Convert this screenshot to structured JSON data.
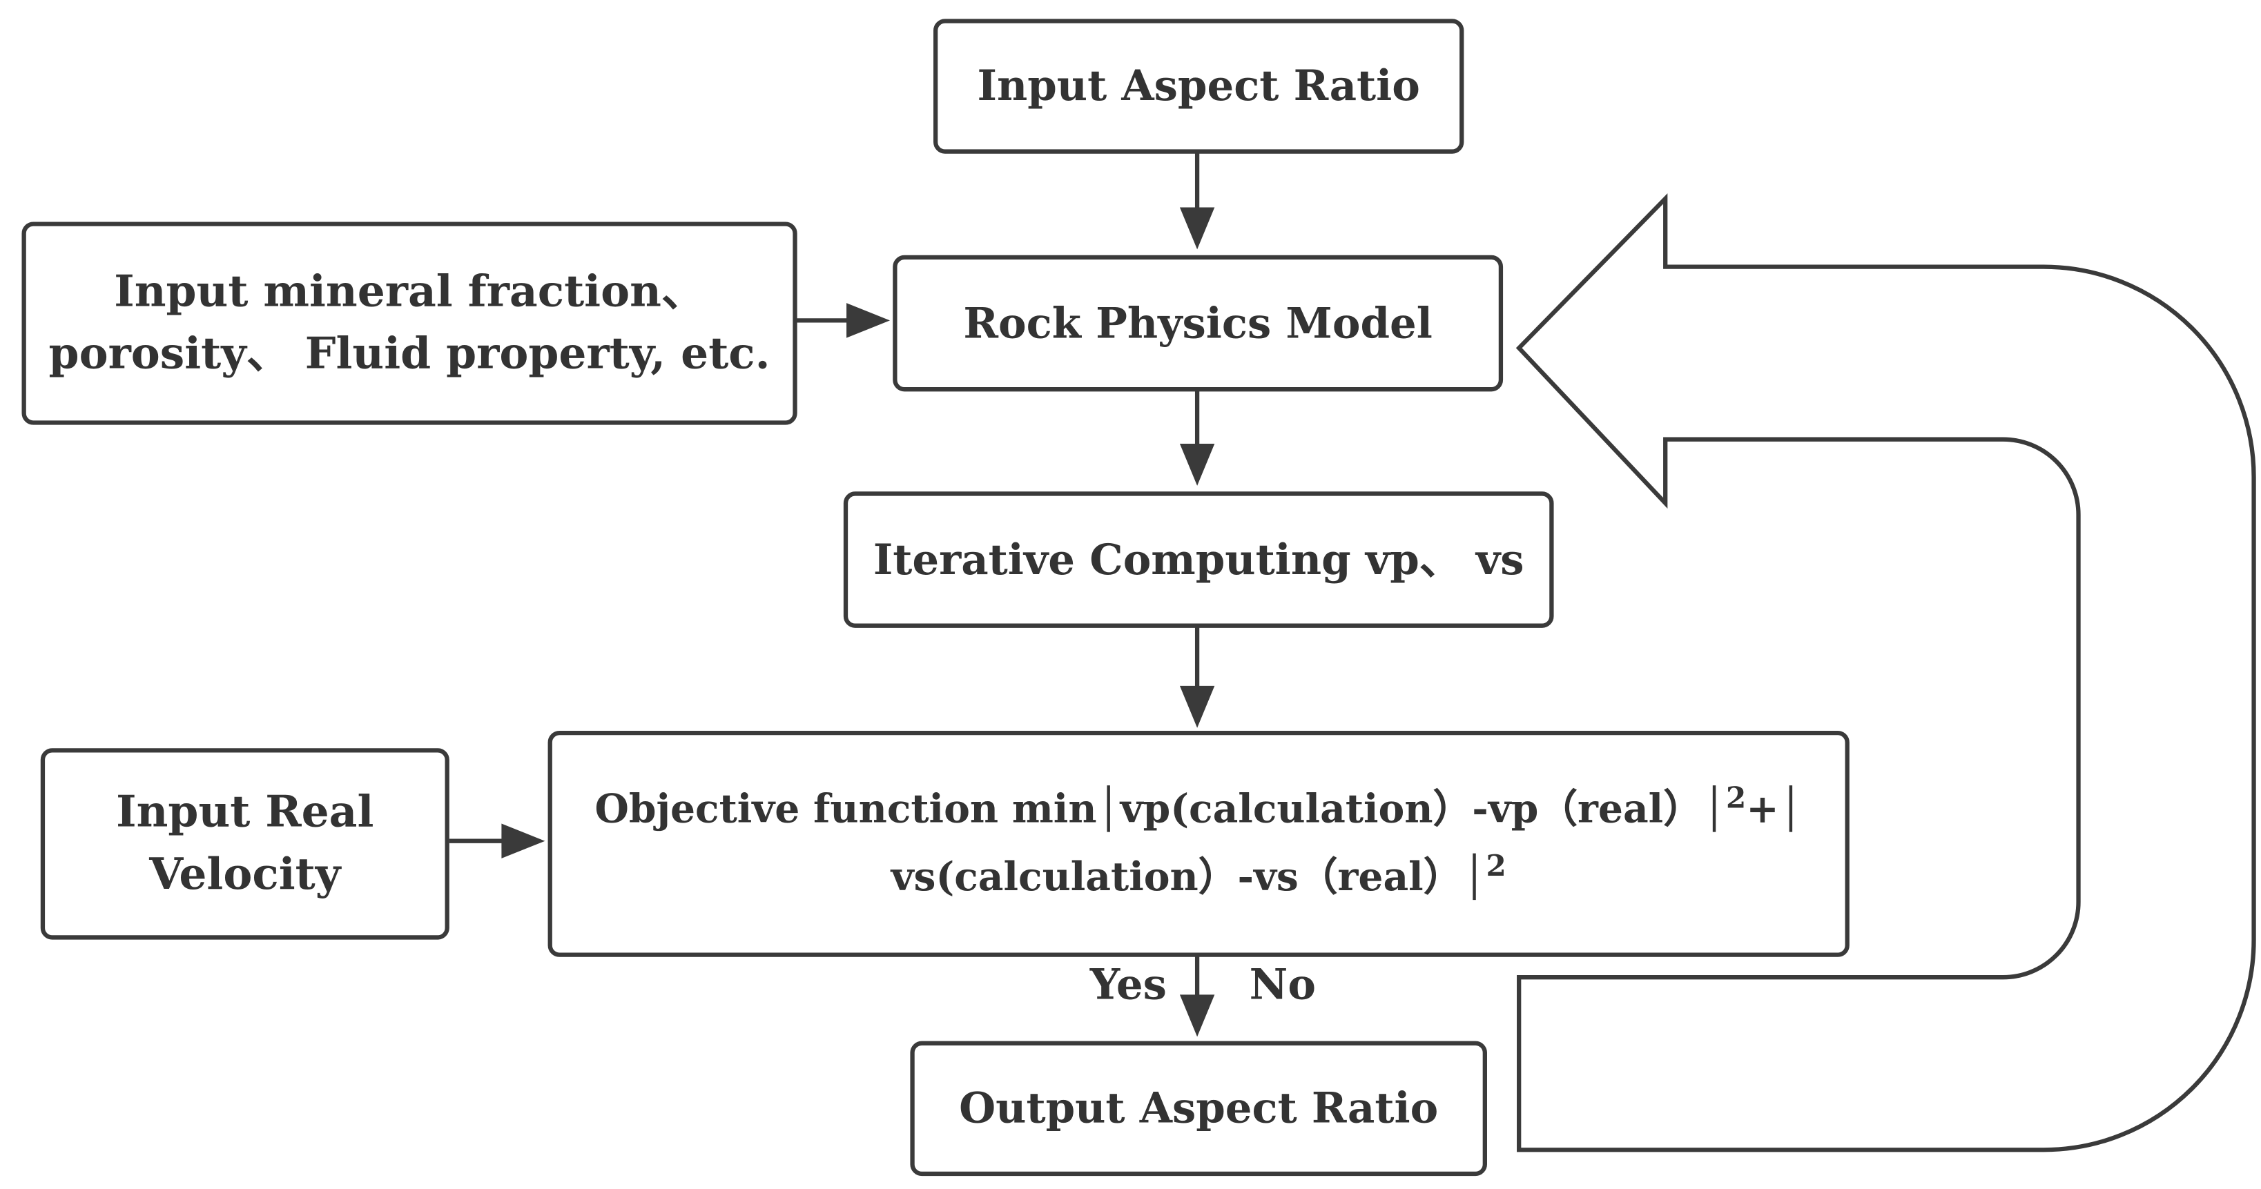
{
  "nodes": {
    "input_aspect_ratio": "Input Aspect Ratio",
    "input_mineral": {
      "line1": "Input mineral fraction、",
      "line2": "porosity、 Fluid property, etc."
    },
    "rock_physics_model": "Rock Physics Model",
    "iterative_computing": "Iterative Computing vp、 vs",
    "input_real_velocity": {
      "line1": "Input Real",
      "line2": "Velocity"
    },
    "objective_function": {
      "line1_pre": "Objective function min│vp(calculation）-vp（real）│",
      "line1_sup": "2",
      "line1_post": "+│",
      "line2_pre": "vs(calculation）-vs（real）│",
      "line2_sup": "2"
    },
    "output_aspect_ratio": "Output Aspect Ratio"
  },
  "branch_labels": {
    "yes": "Yes",
    "no": "No"
  },
  "colors": {
    "stroke": "#3a3a3a",
    "text": "#333333",
    "background": "#ffffff"
  }
}
